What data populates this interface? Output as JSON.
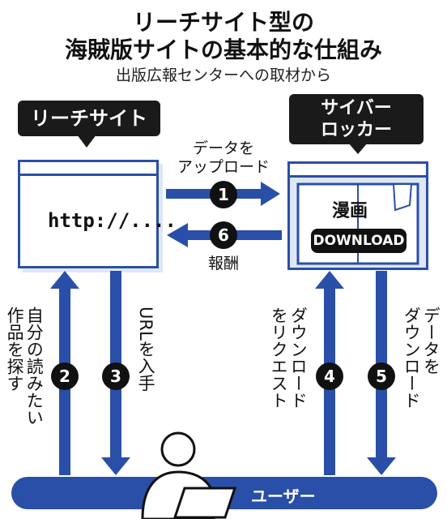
{
  "title": {
    "line1": "リーチサイト型の",
    "line2": "海賊版サイトの基本的な仕組み",
    "source": "出版広報センターへの取材から"
  },
  "nodes": {
    "leech_site": {
      "label": "リーチサイト",
      "content": "http://...."
    },
    "cyberlocker": {
      "label_line1": "サイバー",
      "label_line2": "ロッカー",
      "content": "漫画",
      "button": "DOWNLOAD"
    },
    "user": {
      "label": "ユーザー"
    }
  },
  "flows": {
    "step1": {
      "number": "1",
      "label_line1": "データを",
      "label_line2": "アップロード"
    },
    "step6": {
      "number": "6",
      "label": "報酬"
    },
    "step2": {
      "number": "2",
      "label_col1": "自分の読みたい",
      "label_col2": "作品を探す"
    },
    "step3": {
      "number": "3",
      "label": "URLを入手"
    },
    "step4": {
      "number": "4",
      "label_col1": "ダウンロード",
      "label_col2": "をリクエスト"
    },
    "step5": {
      "number": "5",
      "label_col1": "データを",
      "label_col2": "ダウンロード"
    }
  },
  "colors": {
    "accent_blue": "#2a4fa8",
    "box_fill": "#dfe7f4",
    "dark": "#111111"
  }
}
